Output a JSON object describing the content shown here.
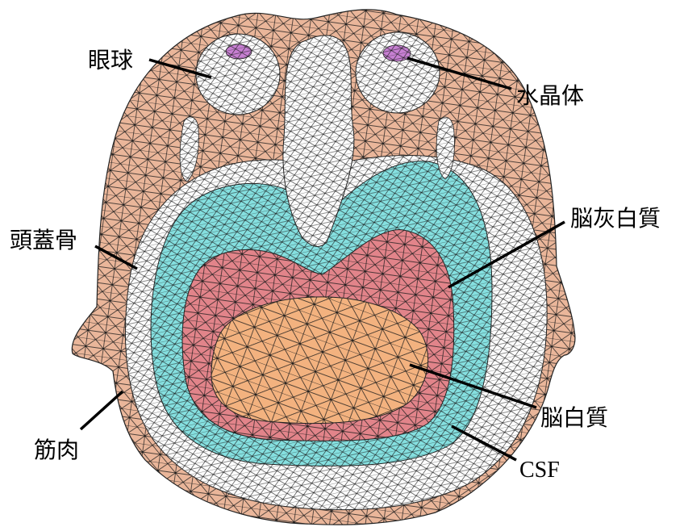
{
  "labels": {
    "eyeball": "眼球",
    "lens": "水晶体",
    "skull": "頭蓋骨",
    "gray_matter": "脳灰白質",
    "white_matter": "脳白質",
    "muscle": "筋肉",
    "csf": "CSF"
  },
  "colors": {
    "muscle": "#eab69a",
    "skull": "#ffffff",
    "csf": "#85e0e0",
    "gray_matter": "#e2848a",
    "white_matter": "#f3b27f",
    "eyeball": "#ffffff",
    "lens": "#c77fd2",
    "mesh": "#1a1a1a",
    "leader": "#000000"
  }
}
